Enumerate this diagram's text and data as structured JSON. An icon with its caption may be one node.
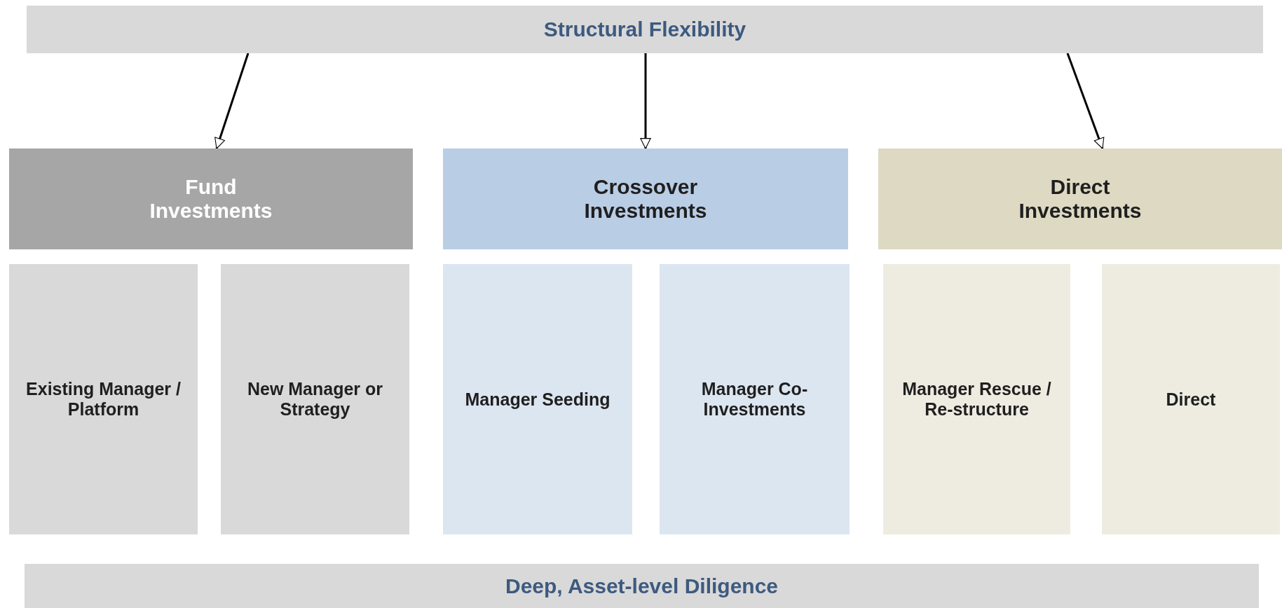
{
  "diagram": {
    "nodes": [
      {
        "text": [
          "Structural Flexibility"
        ]
      },
      {
        "text": [
          "Fund Investments"
        ]
      },
      {
        "text": [
          "Crossover Investments"
        ]
      },
      {
        "text": [
          "Direct Investments"
        ]
      },
      {
        "text": [
          "Existing Manager / Platform"
        ]
      },
      {
        "text": [
          "New Manager or Strategy"
        ]
      },
      {
        "text": [
          "Manager Seeding"
        ]
      },
      {
        "text": [
          "Manager Co-Investments"
        ]
      },
      {
        "text": [
          "Manager Rescue / Re-structure"
        ]
      },
      {
        "text": [
          "Direct"
        ]
      },
      {
        "text": [
          "Deep, Asset-level Diligence"
        ]
      }
    ],
    "edges": [
      {
        "from": 0,
        "to": 1,
        "arrow": "to"
      },
      {
        "from": 0,
        "to": 2,
        "arrow": "to"
      },
      {
        "from": 0,
        "to": 3,
        "arrow": "to"
      }
    ]
  }
}
